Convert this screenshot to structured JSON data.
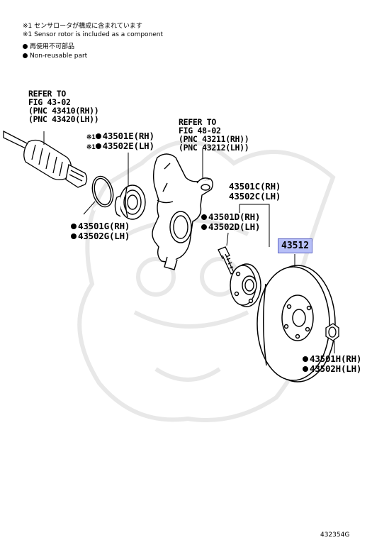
{
  "notes": {
    "note_jp": "※1 センサロータが構成に含まれています",
    "note_en": "※1 Sensor rotor is included as a component",
    "legend_jp": "再使用不可部品",
    "legend_en": "Non-reusable part"
  },
  "refs": {
    "driveshaft": [
      "REFER TO",
      "FIG 43-02",
      "(PNC 43410(RH))",
      "(PNC 43420(LH))"
    ],
    "knuckle": [
      "REFER TO",
      "FIG 48-02",
      "(PNC 43211(RH))",
      "(PNC 43212(LH))"
    ]
  },
  "parts": {
    "bearing_rh": "43501E(RH)",
    "bearing_lh": "43502E(LH)",
    "bearing_mark": "※1",
    "snapring_rh": "43501G(RH)",
    "snapring_lh": "43502G(LH)",
    "hub_rh": "43501C(RH)",
    "hub_lh": "43502C(LH)",
    "bolt_rh": "43501D(RH)",
    "bolt_lh": "43502D(LH)",
    "rotor": "43512",
    "nut_rh": "43501H(RH)",
    "nut_lh": "43502H(LH)"
  },
  "figure_number": "432354G",
  "colors": {
    "highlight": "#b7bff7",
    "highlight_border": "#5d64c4",
    "watermark": "#ececec"
  }
}
